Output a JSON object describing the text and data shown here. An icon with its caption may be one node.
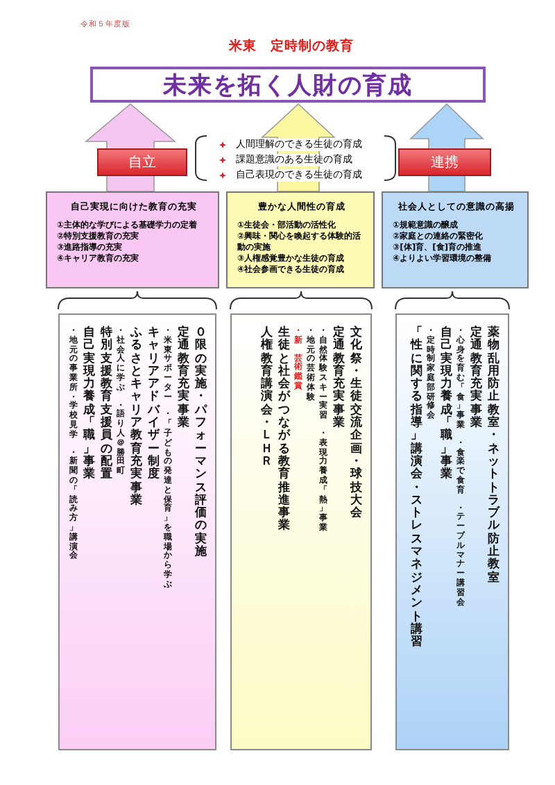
{
  "diagram": {
    "title": "米東　定時制の教育",
    "nodes": [
      {
        "text": [
          "未来を拓く人財の育成"
        ]
      },
      {
        "text": [
          "自己実現に向けた教育の充実",
          "①主体的な学びによる基礎学力の定着",
          "②特別支援教育の充実",
          "③進路指導の充実",
          "④キャリア教育の充実"
        ]
      },
      {
        "text": [
          "豊かな人間性の育成",
          "①生徒会・部活動の活性化",
          "②興味・関心を喚起する体験的活動の実施",
          "③人権感覚豊かな生徒の育成",
          "④社会参画できる生徒の育成"
        ]
      },
      {
        "text": [
          "社会人としての意識の高揚",
          "①規範意識の醸成",
          "②家庭との連絡の緊密化",
          "③[体]育、[食]育の推進",
          "④よりよい学習環境の整備"
        ]
      },
      {
        "text": [
          "０限の実施・パフォーマンス評価の実施",
          "定通教育充実事業",
          "・米東サポーター",
          "・「子どもの発達と保育」を職場から学ぶ",
          "キャリアアドバイザー制度",
          "ふるさとキャリア教育充実事業",
          "・社会人に学ぶ",
          "・語り人＠勝田町",
          "特別支援教育支援員の配置",
          "自己実現力養成「職」事業",
          "・地元の事業所・学校見学",
          "・新聞の「読み方」講演会"
        ]
      },
      {
        "text": [
          "文化祭・生徒交流企画・球技大会",
          "定通教育充実事業",
          "・自然体験スキー実習",
          "・表現力養成「熱」事業",
          "・地元の芸術体験",
          "・新",
          "芸術鑑賞",
          "生徒と社会がつながる教育推進事業",
          "人権教育講演会・ＬＨＲ"
        ]
      },
      {
        "text": [
          "薬物乱用防止教室・ネットトラブル防止教室",
          "定通教育充実事業",
          "・心身を育む「食」事業",
          "・食楽で食育",
          "・テーブルマナー講習会",
          "自己実現力養成「職」事業",
          "・定時制家庭部研修会",
          "「性に関する指導」講演会・ストレスマネジメント講習"
        ]
      }
    ],
    "edges": [
      {
        "from": 1,
        "to": 0,
        "arrow": "to",
        "label": "自立",
        "color": "#f5c6ef"
      },
      {
        "from": 2,
        "to": 0,
        "arrow": "to",
        "color": "#fbf6a0"
      },
      {
        "from": 3,
        "to": 0,
        "arrow": "to",
        "label": "連携",
        "color": "#acd4f6"
      }
    ],
    "labels": [
      "令和５年度版",
      "人間理解のできる生徒の育成",
      "課題意識のある生徒の育成",
      "自己表現のできる生徒の育成"
    ]
  }
}
